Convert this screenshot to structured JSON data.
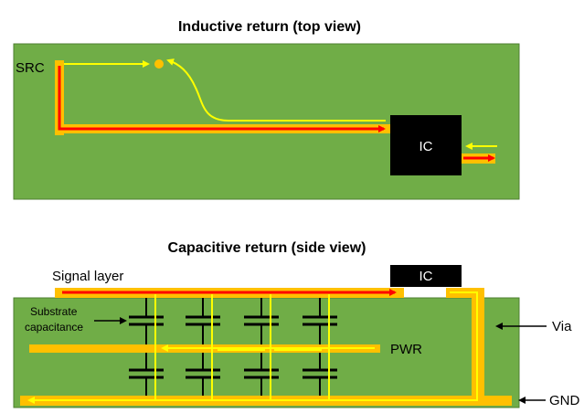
{
  "top": {
    "title": "Inductive return (top view)",
    "src_label": "SRC",
    "ic_label": "IC"
  },
  "side": {
    "title": "Capacitive return (side view)",
    "signal_layer_label": "Signal layer",
    "ic_label": "IC",
    "substrate_label_line1": "Substrate",
    "substrate_label_line2": "capacitance",
    "pwr_label": "PWR",
    "via_label": "Via",
    "gnd_label": "GND"
  },
  "colors": {
    "board": "#70ad47",
    "board_edge": "#4e7f32",
    "trace": "#ffc000",
    "signal": "#ff0000",
    "return": "#ffff00",
    "ic": "#000000"
  }
}
